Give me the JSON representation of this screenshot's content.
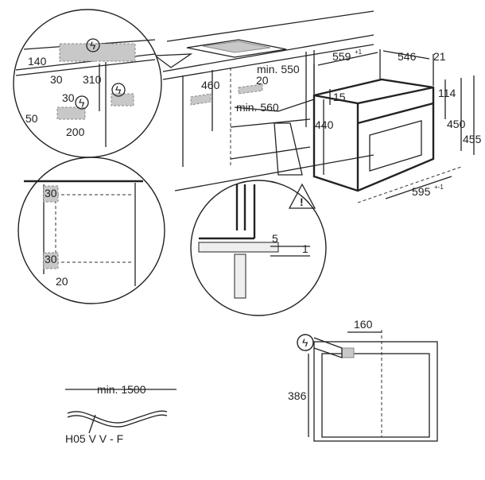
{
  "title": "Built-in oven installation dimensions",
  "detail_top_left": {
    "d140": "140",
    "d30a": "30",
    "d310": "310",
    "d30b": "30",
    "d50": "50",
    "d200": "200"
  },
  "cabinet": {
    "d460": "460",
    "min550": "min. 550",
    "d20": "20",
    "min560": "min. 560"
  },
  "oven": {
    "depth": "559",
    "depth_tol": "+1",
    "d546": "546",
    "d21": "21",
    "d15": "15",
    "d114": "114",
    "d440": "440",
    "d450": "450",
    "d455": "455",
    "width": "595",
    "width_tol": "+-1"
  },
  "detail_left": {
    "d30a": "30",
    "d30b": "30",
    "d20": "20"
  },
  "detail_section": {
    "d5": "5",
    "d1": "1"
  },
  "rear_view": {
    "d160": "160",
    "d386": "386"
  },
  "cable": {
    "min_length": "min. 1500",
    "type": "H05 V V - F"
  },
  "icons": [
    "electric-bolt-icon",
    "warning-triangle-icon"
  ]
}
